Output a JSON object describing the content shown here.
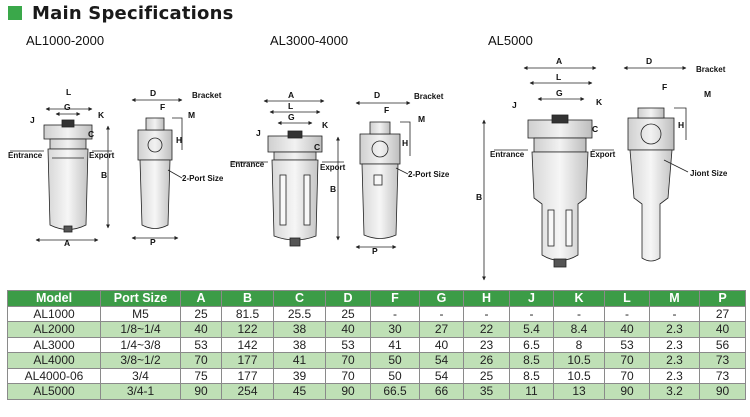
{
  "header": {
    "title": "Main Specifications",
    "accent_color": "#3aa84a",
    "table_header_color": "#3c9c47",
    "table_stripe_color": "#bfe0b6"
  },
  "drawings": [
    {
      "label": "AL1000-2000",
      "dims": [
        "L",
        "G",
        "K",
        "J",
        "C",
        "B",
        "A",
        "D",
        "F",
        "M",
        "H",
        "P"
      ],
      "callouts": [
        "Bracket",
        "Entrance",
        "Export",
        "2-Port Size"
      ]
    },
    {
      "label": "AL3000-4000",
      "dims": [
        "A",
        "L",
        "G",
        "K",
        "J",
        "C",
        "B",
        "D",
        "F",
        "M",
        "H",
        "P"
      ],
      "callouts": [
        "Bracket",
        "Entrance",
        "Export",
        "2-Port Size"
      ]
    },
    {
      "label": "AL5000",
      "dims": [
        "A",
        "L",
        "G",
        "K",
        "J",
        "C",
        "B",
        "D",
        "F",
        "M",
        "H"
      ],
      "callouts": [
        "Bracket",
        "Entrance",
        "Export",
        "Jiont Size"
      ]
    }
  ],
  "table": {
    "columns": [
      "Model",
      "Port Size",
      "A",
      "B",
      "C",
      "D",
      "F",
      "G",
      "H",
      "J",
      "K",
      "L",
      "M",
      "P"
    ],
    "rows": [
      [
        "AL1000",
        "M5",
        "25",
        "81.5",
        "25.5",
        "25",
        "-",
        "-",
        "-",
        "-",
        "-",
        "-",
        "-",
        "27"
      ],
      [
        "AL2000",
        "1/8~1/4",
        "40",
        "122",
        "38",
        "40",
        "30",
        "27",
        "22",
        "5.4",
        "8.4",
        "40",
        "2.3",
        "40"
      ],
      [
        "AL3000",
        "1/4~3/8",
        "53",
        "142",
        "38",
        "53",
        "41",
        "40",
        "23",
        "6.5",
        "8",
        "53",
        "2.3",
        "56"
      ],
      [
        "AL4000",
        "3/8~1/2",
        "70",
        "177",
        "41",
        "70",
        "50",
        "54",
        "26",
        "8.5",
        "10.5",
        "70",
        "2.3",
        "73"
      ],
      [
        "AL4000-06",
        "3/4",
        "75",
        "177",
        "39",
        "70",
        "50",
        "54",
        "25",
        "8.5",
        "10.5",
        "70",
        "2.3",
        "73"
      ],
      [
        "AL5000",
        "3/4-1",
        "90",
        "254",
        "45",
        "90",
        "66.5",
        "66",
        "35",
        "11",
        "13",
        "90",
        "3.2",
        "90"
      ]
    ]
  }
}
